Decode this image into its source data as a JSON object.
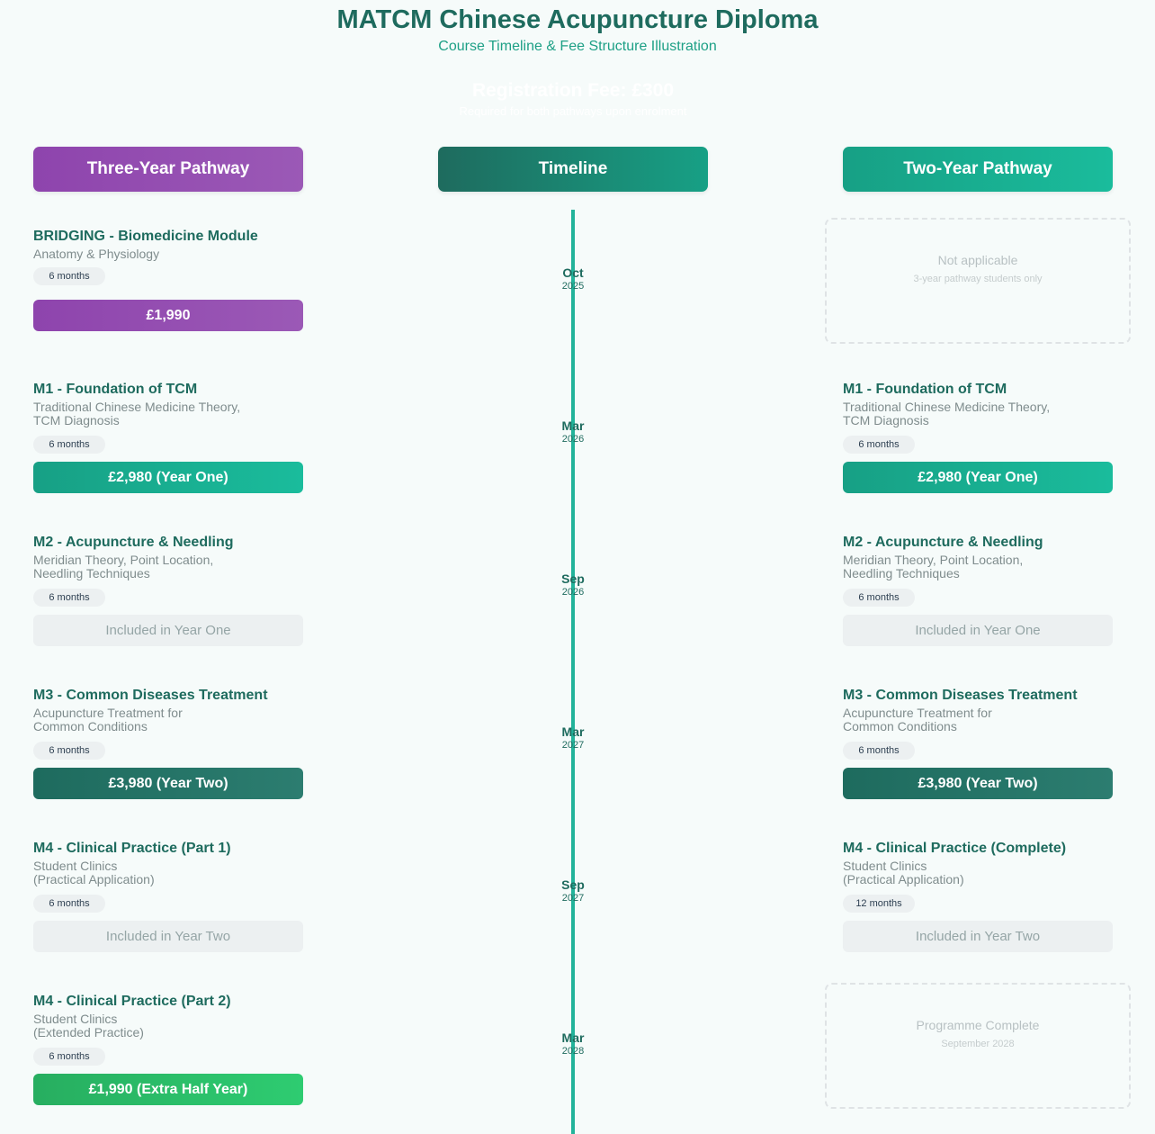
{
  "title": "MATCM Chinese Acupuncture Diploma",
  "subtitle": "Course Timeline & Fee Structure Illustration",
  "registration": {
    "fee": "Registration Fee: £300",
    "note": "Required for both pathways upon enrolment"
  },
  "headers": {
    "three_year": "Three-Year Pathway",
    "timeline": "Timeline",
    "two_year": "Two-Year Pathway"
  },
  "timeline": [
    {
      "month": "Oct",
      "year": "2025"
    },
    {
      "month": "Mar",
      "year": "2026"
    },
    {
      "month": "Sep",
      "year": "2026"
    },
    {
      "month": "Mar",
      "year": "2027"
    },
    {
      "month": "Sep",
      "year": "2027"
    },
    {
      "month": "Mar",
      "year": "2028"
    }
  ],
  "three_year": [
    {
      "title": "BRIDGING - Biomedicine Module",
      "desc": "Anatomy & Physiology",
      "duration": "6 months",
      "fee": "£1,990"
    },
    {
      "title": "M1 - Foundation of TCM",
      "desc": "Traditional Chinese Medicine Theory,\nTCM Diagnosis",
      "duration": "6 months",
      "fee": "£2,980 (Year One)"
    },
    {
      "title": "M2 - Acupuncture & Needling",
      "desc": "Meridian Theory, Point Location,\nNeedling Techniques",
      "duration": "6 months",
      "fee": "Included in Year One"
    },
    {
      "title": "M3 - Common Diseases Treatment",
      "desc": "Acupuncture Treatment for\nCommon Conditions",
      "duration": "6 months",
      "fee": "£3,980 (Year Two)"
    },
    {
      "title": "M4 - Clinical Practice (Part 1)",
      "desc": "Student Clinics\n(Practical Application)",
      "duration": "6 months",
      "fee": "Included in Year Two"
    },
    {
      "title": "M4 - Clinical Practice (Part 2)",
      "desc": "Student Clinics\n(Extended Practice)",
      "duration": "6 months",
      "fee": "£1,990 (Extra Half Year)"
    }
  ],
  "two_year": {
    "not_applicable": {
      "main": "Not applicable",
      "sub": "3-year pathway students only"
    },
    "modules": [
      {
        "title": "M1 - Foundation of TCM",
        "desc": "Traditional Chinese Medicine Theory,\nTCM Diagnosis",
        "duration": "6 months",
        "fee": "£2,980 (Year One)"
      },
      {
        "title": "M2 - Acupuncture & Needling",
        "desc": "Meridian Theory, Point Location,\nNeedling Techniques",
        "duration": "6 months",
        "fee": "Included in Year One"
      },
      {
        "title": "M3 - Common Diseases Treatment",
        "desc": "Acupuncture Treatment for\nCommon Conditions",
        "duration": "6 months",
        "fee": "£3,980 (Year Two)"
      },
      {
        "title": "M4 - Clinical Practice (Complete)",
        "desc": "Student Clinics\n(Practical Application)",
        "duration": "12 months",
        "fee": "Included in Year Two"
      }
    ],
    "complete": {
      "main": "Programme Complete",
      "sub": "September 2028"
    }
  },
  "colors": {
    "purple": "#8e44ad",
    "teal": "#17a085",
    "dark_teal": "#1e6b5e",
    "green": "#27ae60",
    "grey": "#ecf0f1"
  }
}
